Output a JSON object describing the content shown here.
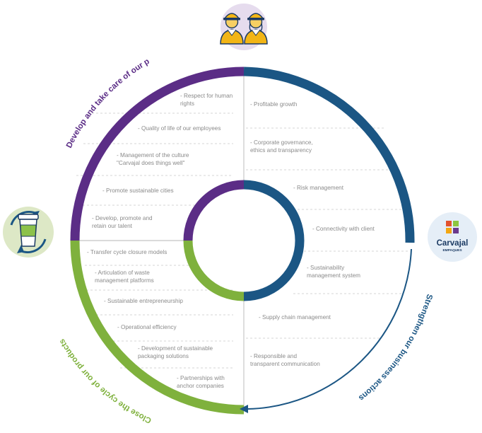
{
  "quadrants": {
    "people": {
      "title": "Develop and take care of our people and communities",
      "color": "#5b2d86",
      "items": [
        "- Respect for human\nrights",
        "- Quality of life of our employees",
        "- Management of the culture\n\"Carvajal does things well\"",
        "- Promote sustainable cities",
        "- Develop, promote and\nretain our talent"
      ]
    },
    "business": {
      "title": "Strengthen our business actions",
      "color": "#1b5684",
      "items": [
        "- Profitable growth",
        "- Corporate governance,\nethics and transparency",
        "- Risk management",
        "- Connectivity with client",
        "- Sustainability\nmanagement system",
        "- Supply chain management",
        "- Responsible and\ntransparent communication"
      ]
    },
    "cycle": {
      "title": "Close the cycle of our products",
      "color": "#7fb13d",
      "items": [
        "- Transfer cycle closure models",
        "- Articulation of waste\nmanagement platforms",
        "- Sustainable entrepreneurship",
        "- Operational efficiency",
        "- Development of sustainable\npackaging solutions",
        "- Partnerships with\nanchor companies"
      ]
    }
  },
  "logo": {
    "brand": "Carvajal",
    "sub": "EMPAQUES"
  },
  "icons": {
    "people": "workers-icon",
    "cycle": "recycling-cup-icon"
  }
}
